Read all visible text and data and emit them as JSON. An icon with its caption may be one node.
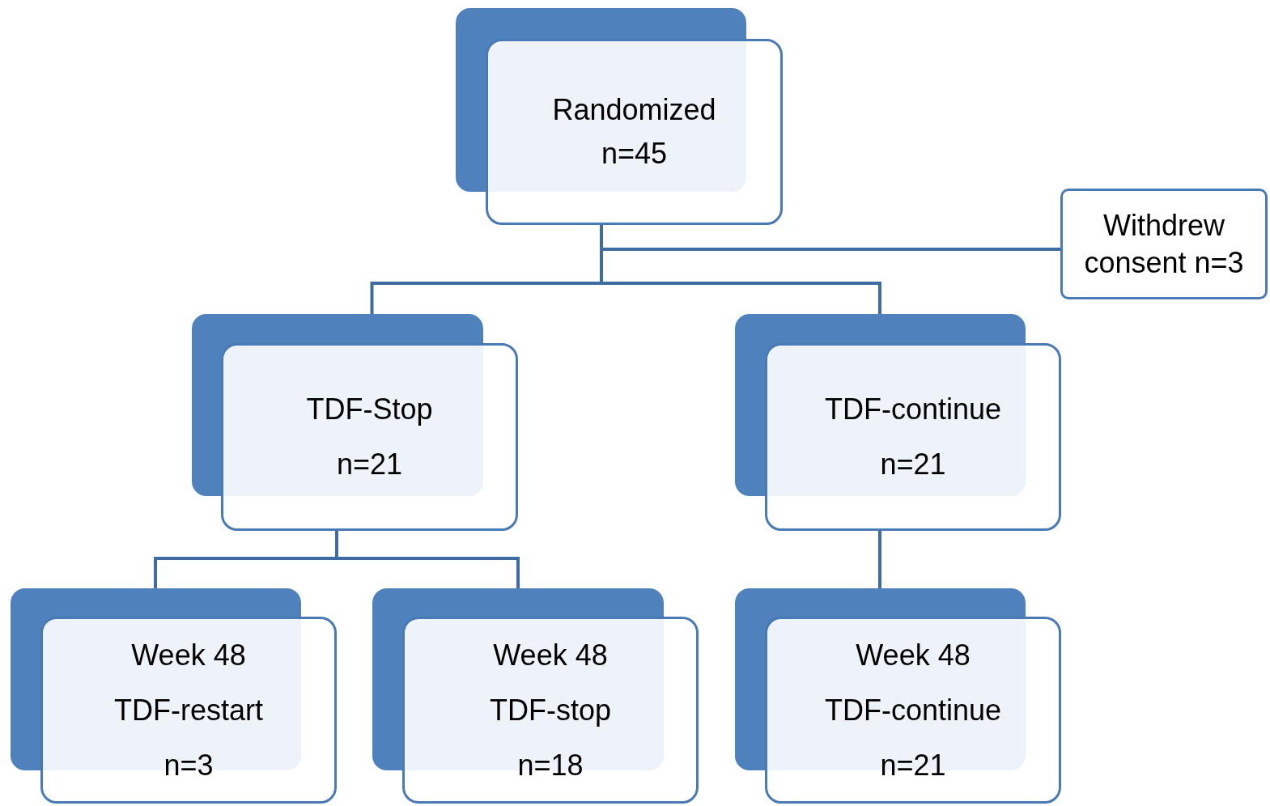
{
  "diagram": {
    "nodes": [
      {
        "text": [
          "Randomized",
          "n=45"
        ]
      },
      {
        "text": [
          "Withdrew consent n=3"
        ]
      },
      {
        "text": [
          "TDF-Stop",
          "n=21"
        ]
      },
      {
        "text": [
          "TDF-continue",
          "n=21"
        ]
      },
      {
        "text": [
          "Week 48",
          "TDF-restart",
          "n=3"
        ]
      },
      {
        "text": [
          "Week 48",
          "TDF-stop",
          "n=18"
        ]
      },
      {
        "text": [
          "Week 48",
          "TDF-continue",
          "n=21"
        ]
      }
    ],
    "edges": [
      {
        "from": 0,
        "to": 1,
        "arrow": "none"
      },
      {
        "from": 0,
        "to": 2,
        "arrow": "none"
      },
      {
        "from": 0,
        "to": 3,
        "arrow": "none"
      },
      {
        "from": 2,
        "to": 4,
        "arrow": "none"
      },
      {
        "from": 2,
        "to": 5,
        "arrow": "none"
      },
      {
        "from": 3,
        "to": 6,
        "arrow": "none"
      }
    ]
  }
}
